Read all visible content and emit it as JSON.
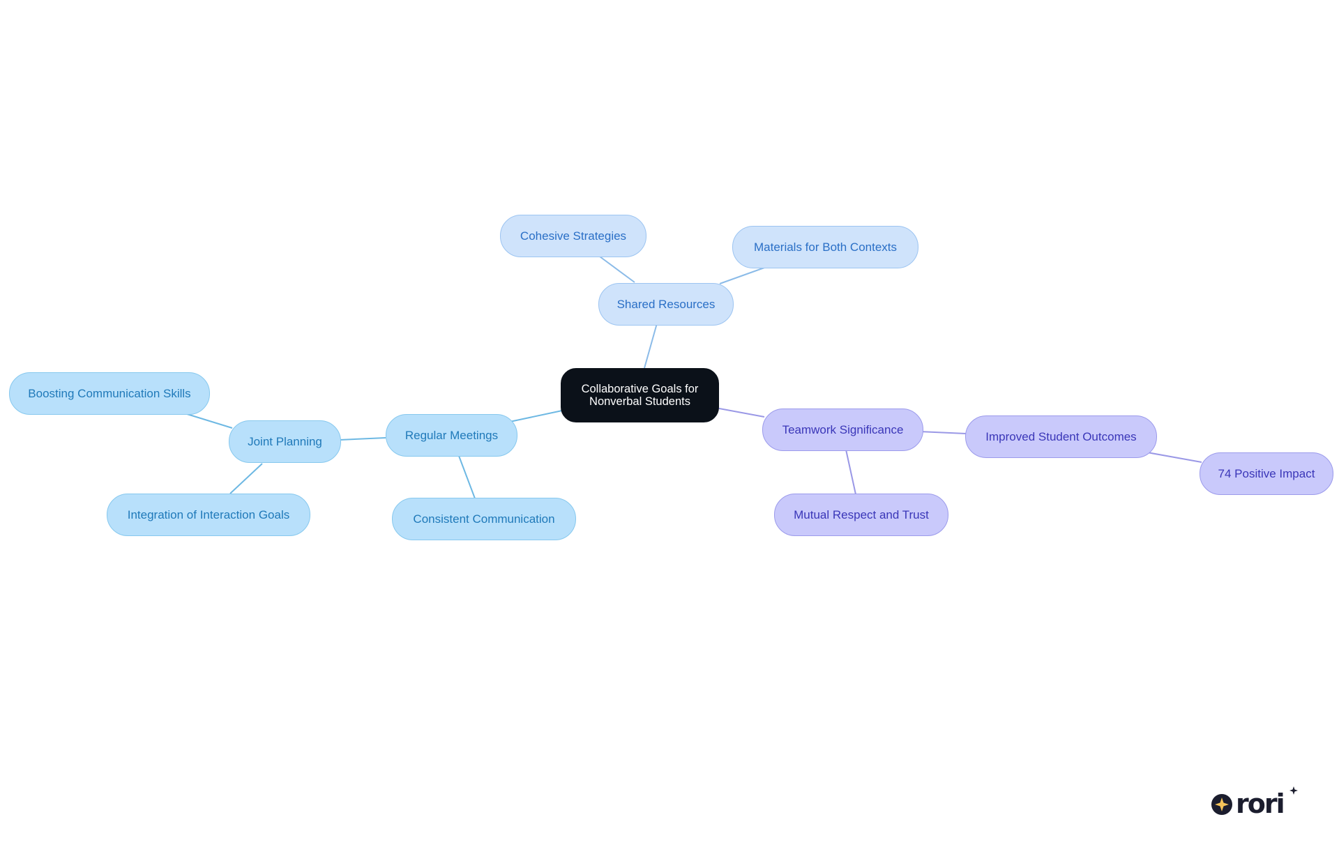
{
  "colors": {
    "root_bg": "#0b1119",
    "shared_branch_edge": "#8bbbe8",
    "meetings_branch_edge": "#6db8e3",
    "teamwork_branch_edge": "#9a98e6"
  },
  "nodes": {
    "root": "Collaborative Goals for Nonverbal Students",
    "shared_resources": "Shared Resources",
    "cohesive_strategies": "Cohesive Strategies",
    "materials_both_contexts": "Materials for Both Contexts",
    "regular_meetings": "Regular Meetings",
    "joint_planning": "Joint Planning",
    "boosting_communication": "Boosting Communication Skills",
    "integration_interaction": "Integration of Interaction Goals",
    "consistent_communication": "Consistent Communication",
    "teamwork_significance": "Teamwork Significance",
    "improved_outcomes": "Improved Student Outcomes",
    "positive_impact": "74 Positive Impact",
    "mutual_respect": "Mutual Respect and Trust"
  },
  "logo": {
    "text": "rori",
    "icon": "sparkle-icon"
  }
}
